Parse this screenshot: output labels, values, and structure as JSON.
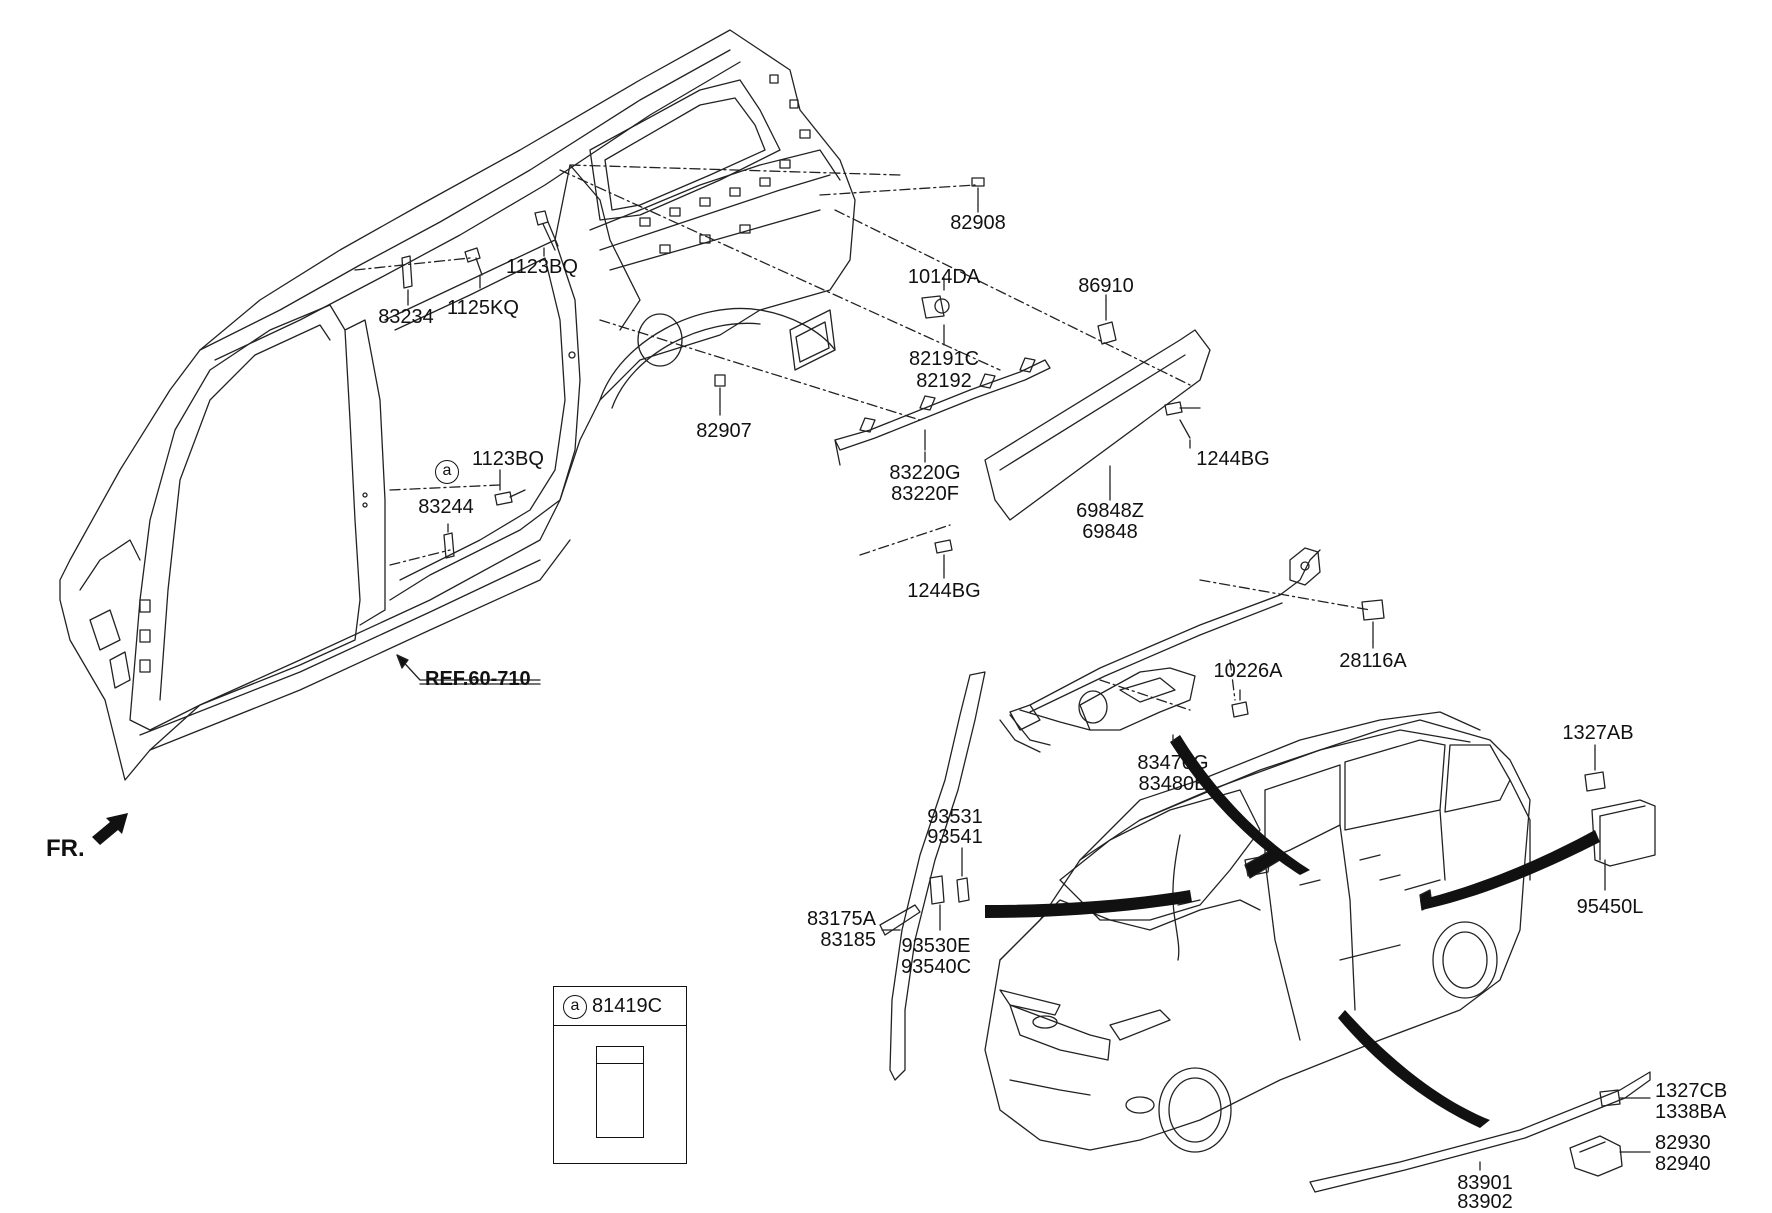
{
  "parts": {
    "p82908": "82908",
    "p1014DA": "1014DA",
    "p86910": "86910",
    "p1123BQ_top": "1123BQ",
    "p83234": "83234",
    "p1125KQ": "1125KQ",
    "p82191C": "82191C",
    "p82192": "82192",
    "p82907": "82907",
    "p1244BG_right": "1244BG",
    "p83220G": "83220G",
    "p83220F": "83220F",
    "p69848Z": "69848Z",
    "p69848": "69848",
    "p1123BQ_mid": "1123BQ",
    "p83244": "83244",
    "p1244BG_low": "1244BG",
    "p28116A": "28116A",
    "p10226A": "10226A",
    "p83470G": "83470G",
    "p83480B": "83480B",
    "p1327AB": "1327AB",
    "p95450L": "95450L",
    "p93531": "93531",
    "p93541": "93541",
    "p83175A": "83175A",
    "p83185": "83185",
    "p93530E": "93530E",
    "p93540C": "93540C",
    "p1327CB": "1327CB",
    "p1338BA": "1338BA",
    "p82930": "82930",
    "p82940": "82940",
    "p83901": "83901",
    "p83902": "83902"
  },
  "ref": "REF.60-710",
  "fr": "FR.",
  "callout_letter": "a",
  "legend": {
    "letter": "a",
    "code": "81419C"
  }
}
